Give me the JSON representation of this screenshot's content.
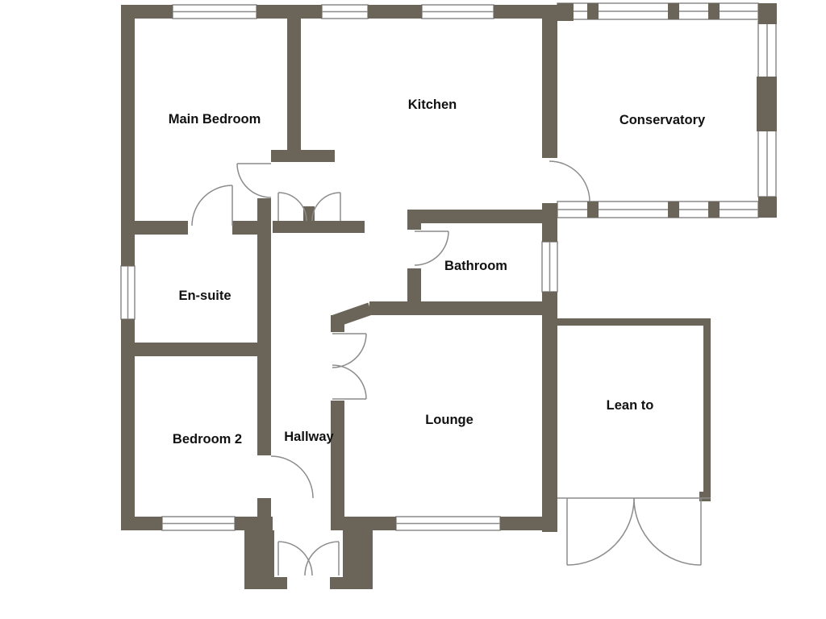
{
  "colors": {
    "wall": "#6b6459",
    "line": "#8c8c8c",
    "window_fill": "#ffffff",
    "label_text": "#111111",
    "background": "#ffffff"
  },
  "rooms": {
    "main_bedroom": {
      "label": "Main Bedroom"
    },
    "kitchen": {
      "label": "Kitchen"
    },
    "conservatory": {
      "label": "Conservatory"
    },
    "en_suite": {
      "label": "En-suite"
    },
    "bathroom": {
      "label": "Bathroom"
    },
    "bedroom_2": {
      "label": "Bedroom 2"
    },
    "hallway": {
      "label": "Hallway"
    },
    "lounge": {
      "label": "Lounge"
    },
    "lean_to": {
      "label": "Lean to"
    }
  }
}
